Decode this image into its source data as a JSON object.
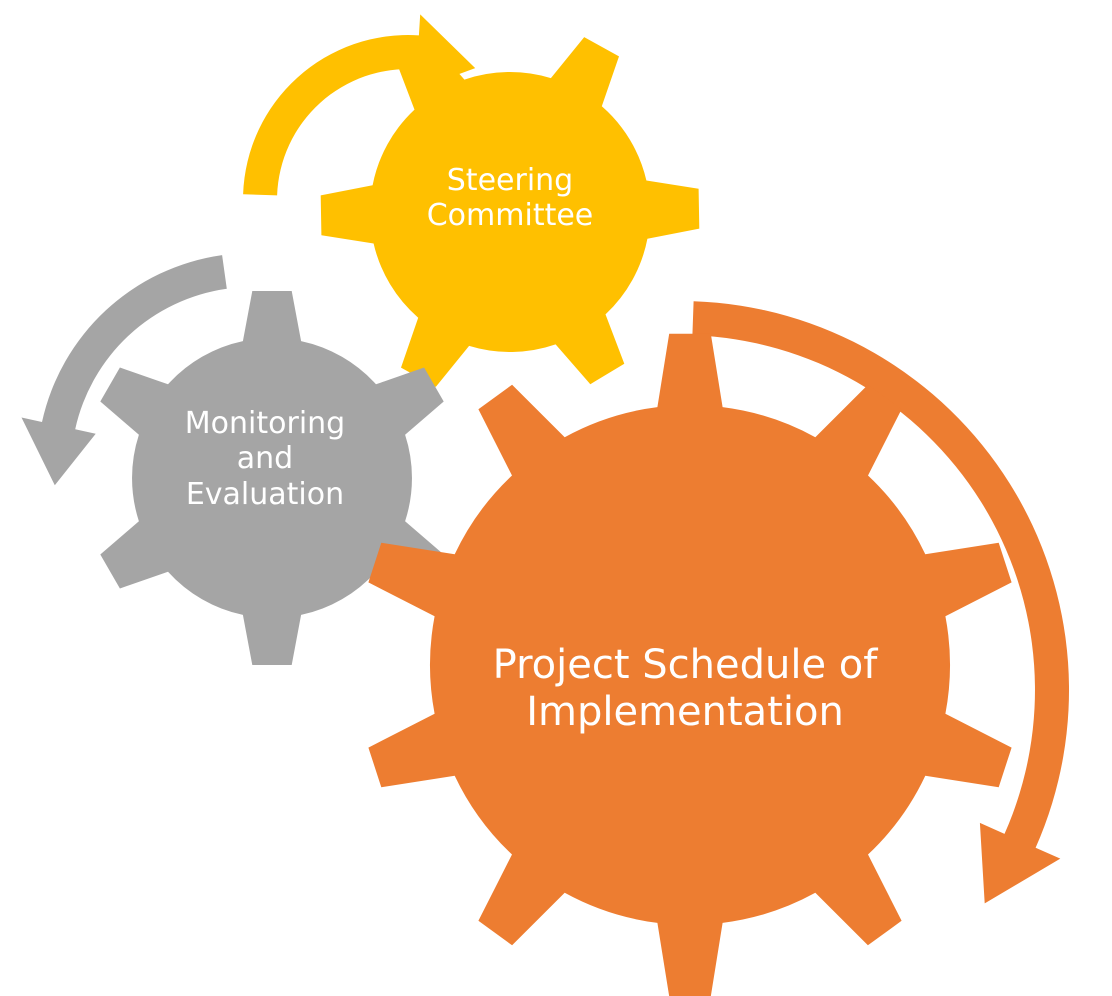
{
  "colors": {
    "steering": "#FFC000",
    "monitoring": "#A5A5A5",
    "project": "#ED7D31",
    "text": "#FFFFFF"
  },
  "gears": {
    "steering": {
      "line1": "Steering",
      "line2": "Committee"
    },
    "monitoring": {
      "line1": "Monitoring",
      "line2": "and",
      "line3": "Evaluation"
    },
    "project": {
      "line1": "Project Schedule of",
      "line2": "Implementation"
    }
  }
}
